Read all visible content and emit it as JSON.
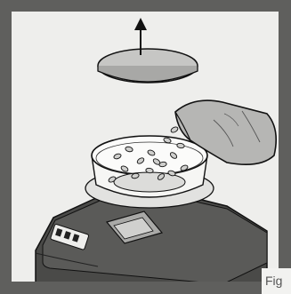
{
  "figure": {
    "caption_fragment": "Fig",
    "colors": {
      "frame": "#5f5f5d",
      "panel": "#eeeeec",
      "lid": "#c6c6c4",
      "bag": "#b6b6b4",
      "device": "#4a4a48",
      "outline": "#111111"
    },
    "icons": [
      "up-arrow-icon",
      "lid-shape",
      "bag-shape",
      "coffee-bean-icon",
      "scale-device"
    ]
  }
}
